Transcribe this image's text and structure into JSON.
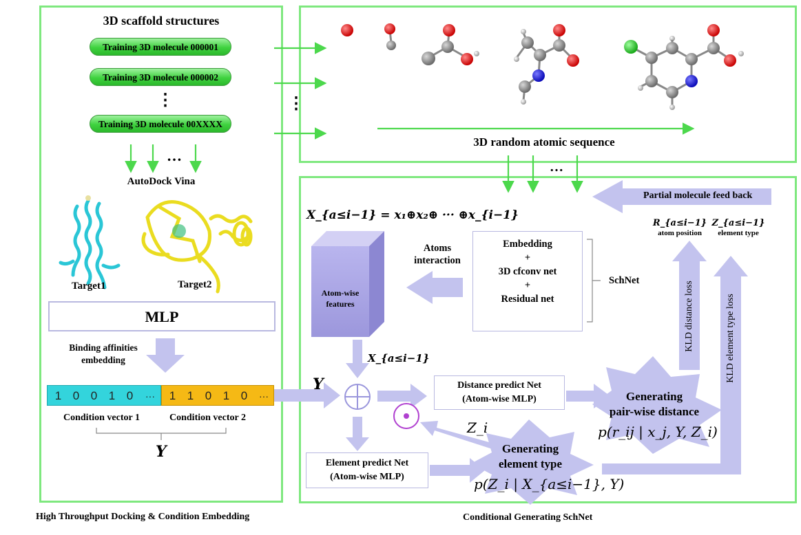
{
  "left_panel": {
    "title": "3D scaffold structures",
    "molecules": [
      "Training 3D molecule 000001",
      "Training 3D molecule 000002",
      "Training 3D molecule 00XXXX"
    ],
    "vertical_ellipsis": "⋮",
    "ellipsis": "…",
    "tool": "AutoDock Vina",
    "targets": [
      "Target1",
      "Target2"
    ],
    "mlp": "MLP",
    "binding_label_line1": "Binding affinities",
    "binding_label_line2": "embedding",
    "vector1_digits": [
      "1",
      "0",
      "0",
      "1",
      "0",
      "···"
    ],
    "vector2_digits": [
      "1",
      "1",
      "0",
      "1",
      "0",
      "···"
    ],
    "vector1_label": "Condition vector 1",
    "vector2_label": "Condition vector 2",
    "y_label": "Y",
    "caption": "High Throughput Docking & Condition Embedding"
  },
  "top_right_panel": {
    "sequence_label": "3D random atomic sequence",
    "vertical_ellipsis": "⋮",
    "ellipsis": "…"
  },
  "bottom_right_panel": {
    "feedback_label": "Partial molecule feed back",
    "formula": "X_{a≤i−1} = x₁⊕x₂⊕ ··· ⊕x_{i−1}",
    "r_label": "R_{a≤i−1}",
    "r_caption": "atom position",
    "z_label": "Z_{a≤i−1}",
    "z_caption": "element type",
    "schnet_lines": [
      "Embedding",
      "+",
      "3D cfconv net",
      "+",
      "Residual net"
    ],
    "schnet_label": "SchNet",
    "atoms_interaction_line1": "Atoms",
    "atoms_interaction_line2": "interaction",
    "atomwise_line1": "Atom-wise",
    "atomwise_line2": "features",
    "x_label": "X_{a≤i−1}",
    "y_label": "Y",
    "distance_net_line1": "Distance predict Net",
    "distance_net_line2": "(Atom-wise MLP)",
    "element_net_line1": "Element predict Net",
    "element_net_line2": "(Atom-wise MLP)",
    "gen_distance_line1": "Generating",
    "gen_distance_line2": "pair-wise distance",
    "gen_distance_formula": "p(r_ij | x_j, Y, Z_i)",
    "gen_element_line1": "Generating",
    "gen_element_line2": "element type",
    "gen_element_formula": "p(Z_i | X_{a≤i−1}, Y)",
    "zi_label": "Z_i",
    "kld_distance": "KLD distance loss",
    "kld_element": "KLD element type loss",
    "caption": "Conditional Generating SchNet"
  },
  "colors": {
    "panel_border": "#7ee87e",
    "arrow_green": "#4cd84c",
    "arrow_purple": "#c3c3ee",
    "cyan": "#33d4dc",
    "orange": "#f5b915",
    "purple_cube": "#a7a2e3"
  }
}
